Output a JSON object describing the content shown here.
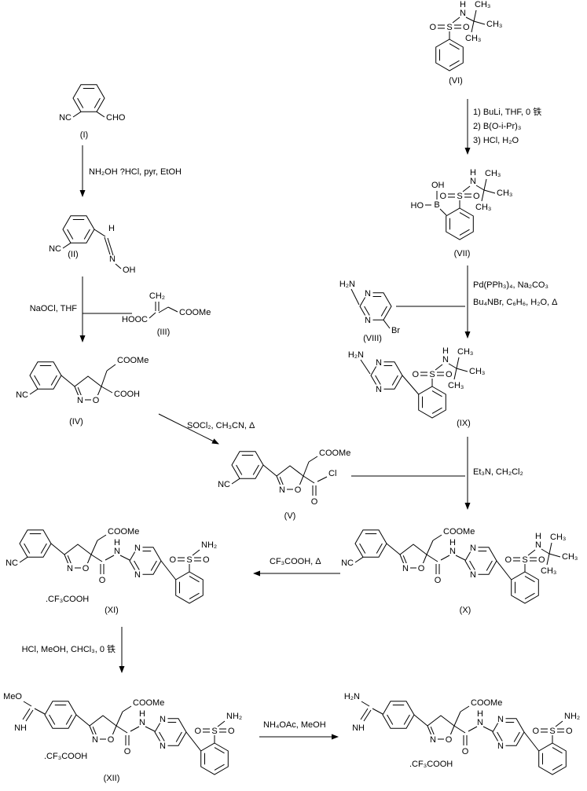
{
  "atoms": {
    "NC": "NC",
    "CHO": "CHO",
    "H": "H",
    "N": "N",
    "O": "O",
    "S": "S",
    "OH": "OH",
    "HO": "HO",
    "B": "B",
    "Br": "Br",
    "Cl": "Cl",
    "CH3": "CH₃",
    "CH2": "CH₂",
    "H2N": "H₂N",
    "NH2": "NH₂",
    "NH": "NH",
    "MeO": "MeO",
    "COOMe": "COOMe",
    "COOH": "COOH",
    "HOOC": "HOOC",
    "salt": ".CF₃COOH"
  },
  "labels": {
    "I": "(I)",
    "II": "(II)",
    "III": "(III)",
    "IV": "(IV)",
    "V": "(V)",
    "VI": "(VI)",
    "VII": "(VII)",
    "VIII": "(VIII)",
    "IX": "(IX)",
    "X": "(X)",
    "XI": "(XI)",
    "XII": "(XII)"
  },
  "reagents": {
    "i_ii": "NH₂OH ?HCl, pyr, EtOH",
    "naocl": "NaOCl, THF",
    "socl2": "SOCl₂, CH₃CN, Δ",
    "buli1": "1) BuLi, THF, 0 铁",
    "buli2": "2) B(O-i-Pr)₃",
    "buli3": "3) HCl, H₂O",
    "pd1": "Pd(PPh₃)₄, Na₂CO₃",
    "pd2": "Bu₄NBr, C₆H₆, H₂O, Δ",
    "et3n": "Et₃N, CH₂Cl₂",
    "tfa": "CF₃COOH, Δ",
    "hcl": "HCl, MeOH, CHCl₃, 0 铁",
    "nh4oac": "NH₄OAc, MeOH"
  }
}
